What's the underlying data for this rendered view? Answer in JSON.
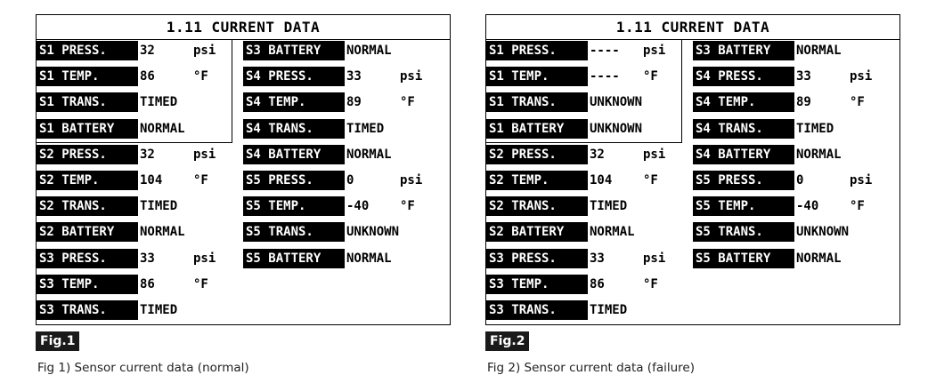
{
  "figures": [
    {
      "title": "1.11 CURRENT DATA",
      "left_rows": [
        {
          "label": "S1 PRESS.",
          "value": "32",
          "unit": "psi"
        },
        {
          "label": "S1 TEMP.",
          "value": "86",
          "unit": "°F"
        },
        {
          "label": "S1 TRANS.",
          "value": "TIMED",
          "unit": ""
        },
        {
          "label": "S1 BATTERY",
          "value": "NORMAL",
          "unit": ""
        },
        {
          "label": "S2 PRESS.",
          "value": "32",
          "unit": "psi"
        },
        {
          "label": "S2 TEMP.",
          "value": "104",
          "unit": "°F"
        },
        {
          "label": "S2 TRANS.",
          "value": "TIMED",
          "unit": ""
        },
        {
          "label": "S2 BATTERY",
          "value": "NORMAL",
          "unit": ""
        },
        {
          "label": "S3 PRESS.",
          "value": "33",
          "unit": "psi"
        },
        {
          "label": "S3 TEMP.",
          "value": "86",
          "unit": "°F"
        },
        {
          "label": "S3 TRANS.",
          "value": "TIMED",
          "unit": ""
        }
      ],
      "right_rows": [
        {
          "label": "S3 BATTERY",
          "value": "NORMAL",
          "unit": ""
        },
        {
          "label": "S4 PRESS.",
          "value": "33",
          "unit": "psi"
        },
        {
          "label": "S4 TEMP.",
          "value": "89",
          "unit": "°F"
        },
        {
          "label": "S4 TRANS.",
          "value": "TIMED",
          "unit": ""
        },
        {
          "label": "S4 BATTERY",
          "value": "NORMAL",
          "unit": ""
        },
        {
          "label": "S5 PRESS.",
          "value": "0",
          "unit": "psi"
        },
        {
          "label": "S5 TEMP.",
          "value": "-40",
          "unit": "°F"
        },
        {
          "label": "S5 TRANS.",
          "value": "UNKNOWN",
          "unit": ""
        },
        {
          "label": "S5 BATTERY",
          "value": "NORMAL",
          "unit": ""
        }
      ],
      "badge": "Fig.1",
      "caption": "Fig 1) Sensor current data (normal)"
    },
    {
      "title": "1.11 CURRENT DATA",
      "left_rows": [
        {
          "label": "S1 PRESS.",
          "value": "----",
          "unit": "psi"
        },
        {
          "label": "S1 TEMP.",
          "value": "----",
          "unit": "°F"
        },
        {
          "label": "S1 TRANS.",
          "value": "UNKNOWN",
          "unit": ""
        },
        {
          "label": "S1 BATTERY",
          "value": "UNKNOWN",
          "unit": ""
        },
        {
          "label": "S2 PRESS.",
          "value": "32",
          "unit": "psi"
        },
        {
          "label": "S2 TEMP.",
          "value": "104",
          "unit": "°F"
        },
        {
          "label": "S2 TRANS.",
          "value": "TIMED",
          "unit": ""
        },
        {
          "label": "S2 BATTERY",
          "value": "NORMAL",
          "unit": ""
        },
        {
          "label": "S3 PRESS.",
          "value": "33",
          "unit": "psi"
        },
        {
          "label": "S3 TEMP.",
          "value": "86",
          "unit": "°F"
        },
        {
          "label": "S3 TRANS.",
          "value": "TIMED",
          "unit": ""
        }
      ],
      "right_rows": [
        {
          "label": "S3 BATTERY",
          "value": "NORMAL",
          "unit": ""
        },
        {
          "label": "S4 PRESS.",
          "value": "33",
          "unit": "psi"
        },
        {
          "label": "S4 TEMP.",
          "value": "89",
          "unit": "°F"
        },
        {
          "label": "S4 TRANS.",
          "value": "TIMED",
          "unit": ""
        },
        {
          "label": "S4 BATTERY",
          "value": "NORMAL",
          "unit": ""
        },
        {
          "label": "S5 PRESS.",
          "value": "0",
          "unit": "psi"
        },
        {
          "label": "S5 TEMP.",
          "value": "-40",
          "unit": "°F"
        },
        {
          "label": "S5 TRANS.",
          "value": "UNKNOWN",
          "unit": ""
        },
        {
          "label": "S5 BATTERY",
          "value": "NORMAL",
          "unit": ""
        }
      ],
      "badge": "Fig.2",
      "caption": "Fig 2) Sensor current data (failure)"
    }
  ]
}
